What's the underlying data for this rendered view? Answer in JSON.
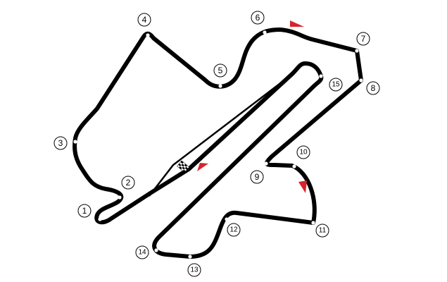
{
  "map": {
    "title": "Circuit layout",
    "track_color": "#000000",
    "direction_arrow_color": "#d9232a",
    "turns": [
      "1",
      "2",
      "3",
      "4",
      "5",
      "6",
      "7",
      "8",
      "9",
      "10",
      "11",
      "12",
      "13",
      "14",
      "15"
    ],
    "start_finish": "checkered-flag-icon"
  }
}
